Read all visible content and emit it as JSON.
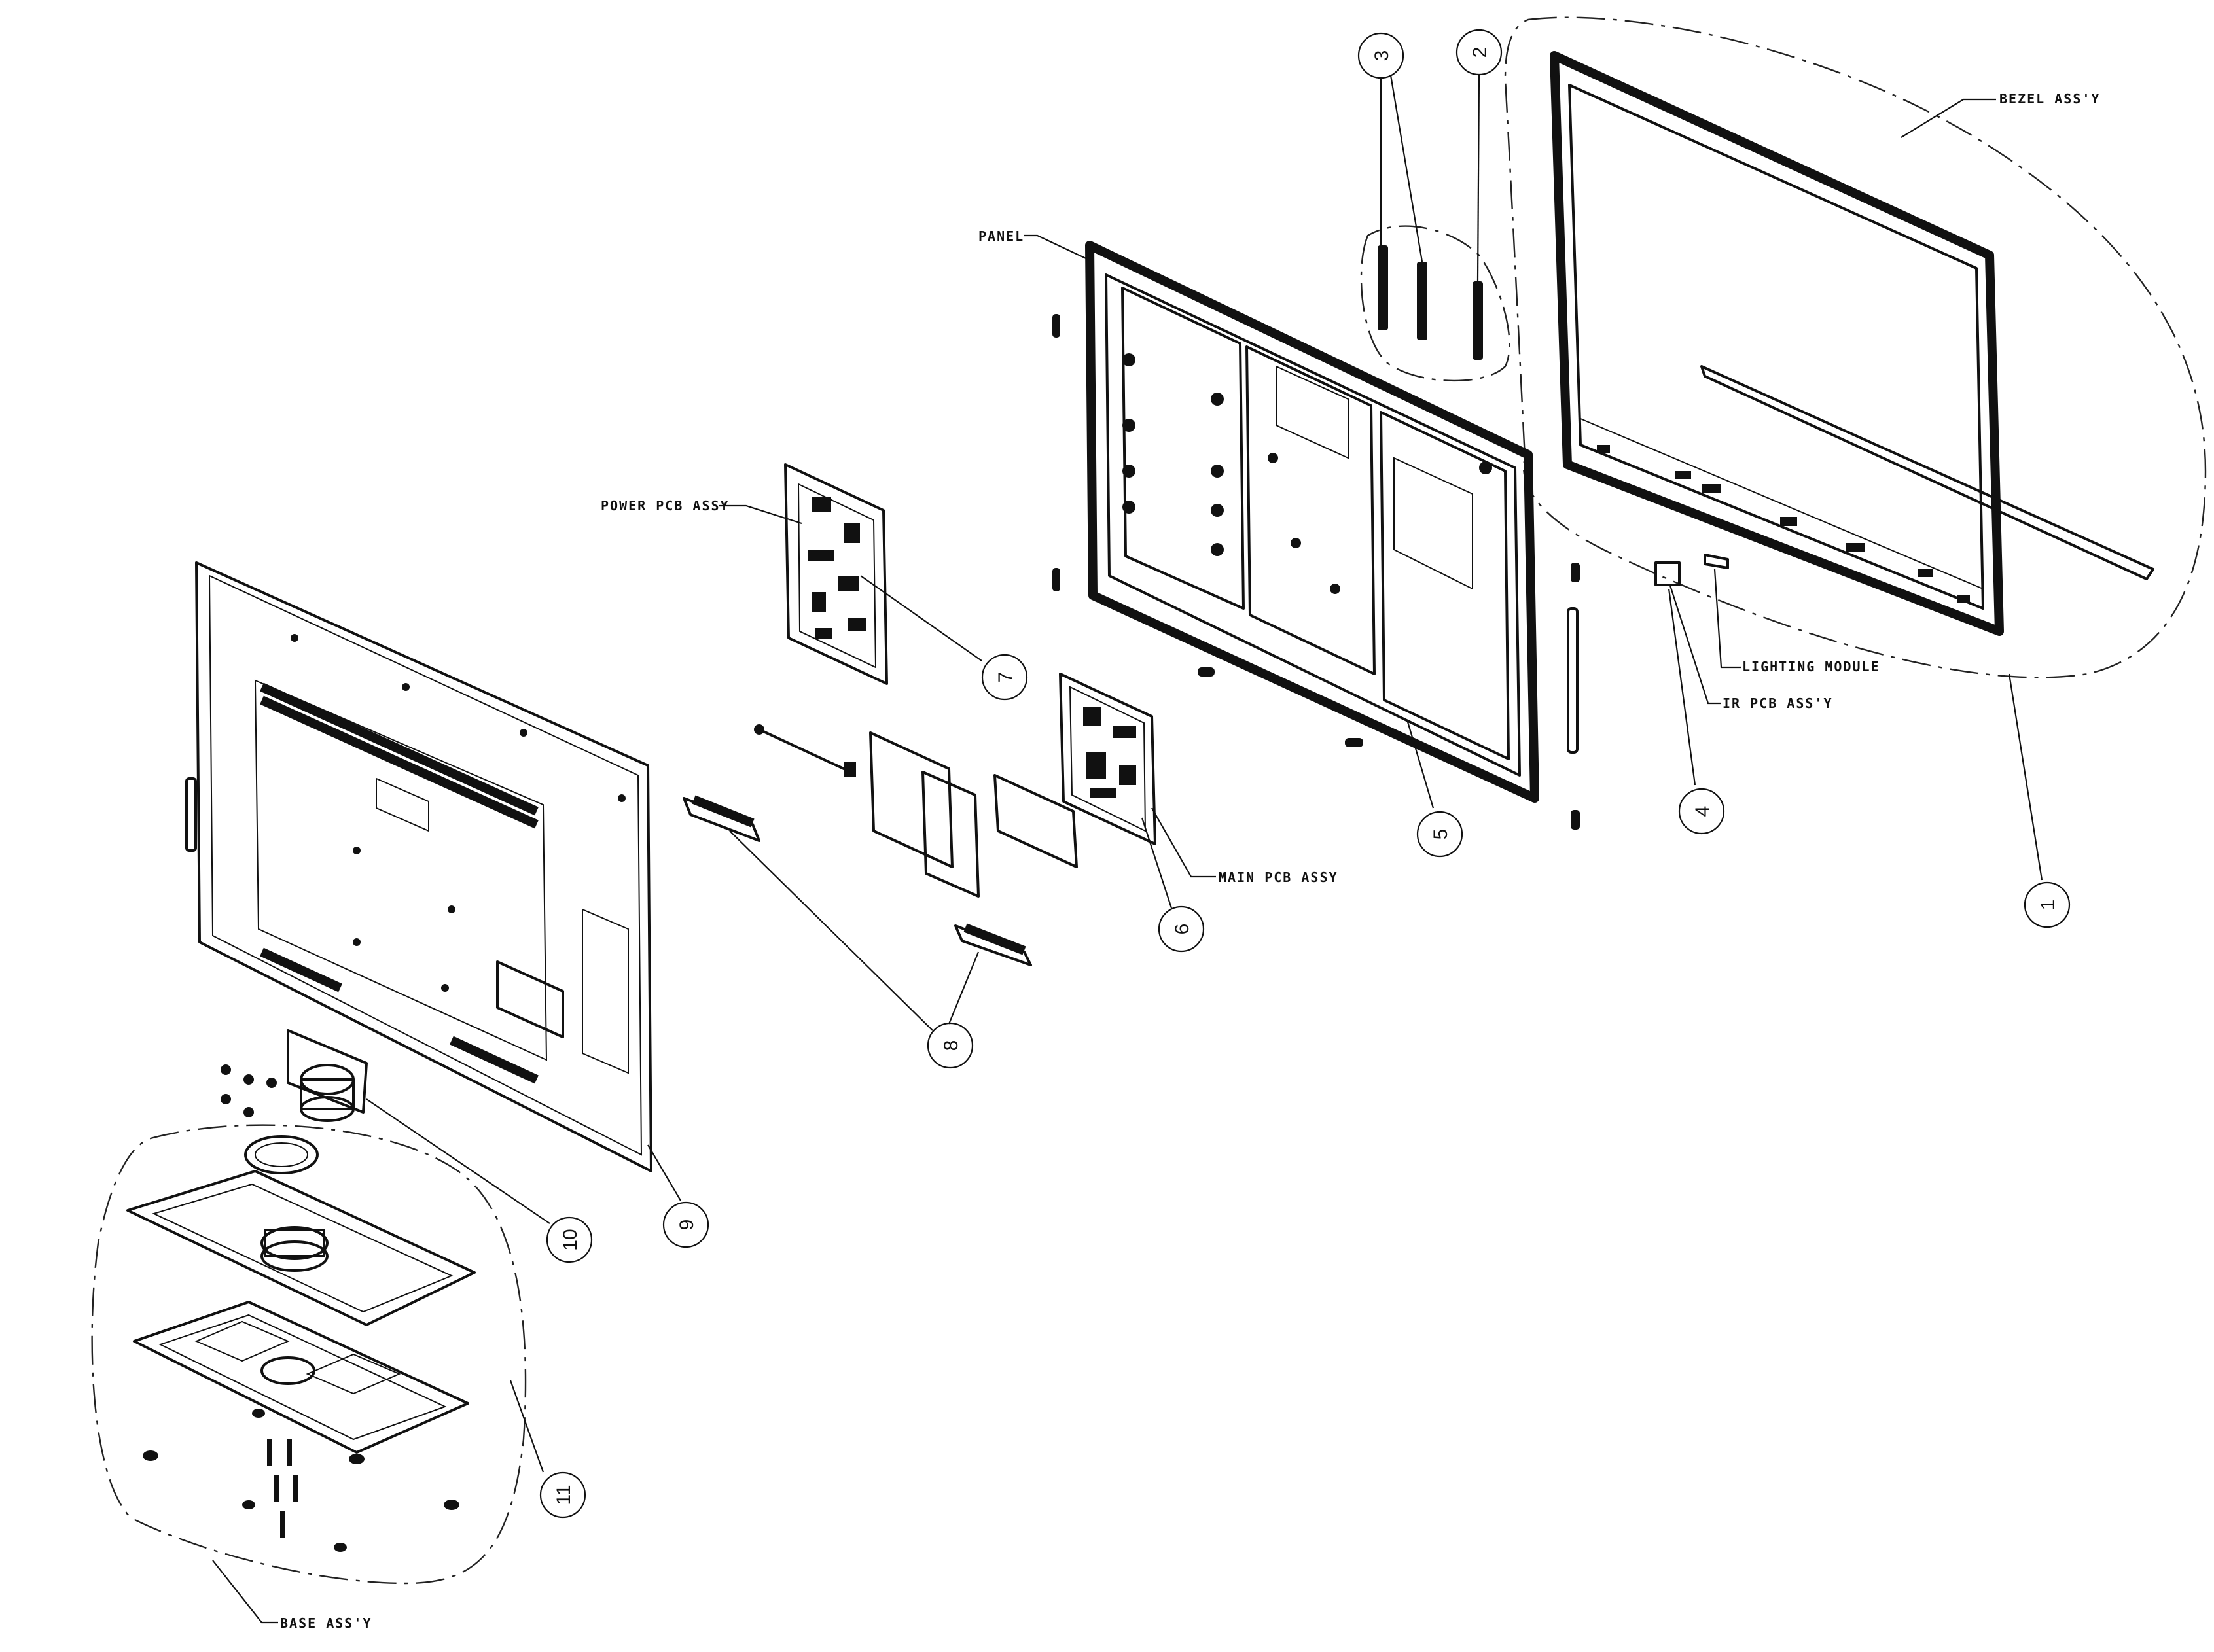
{
  "labels": {
    "bezel": "BEZEL ASS'Y",
    "panel": "PANEL",
    "power_pcb": "POWER PCB ASSY",
    "lighting_module": "LIGHTING MODULE",
    "ir_pcb": "IR PCB ASS'Y",
    "main_pcb": "MAIN PCB ASSY",
    "base": "BASE ASS'Y"
  },
  "callouts": {
    "c1": "1",
    "c2": "2",
    "c3": "3",
    "c4": "4",
    "c5": "5",
    "c6": "6",
    "c7": "7",
    "c8": "8",
    "c9": "9",
    "c10": "10",
    "c11": "11"
  },
  "colors": {
    "ink": "#111111",
    "paper": "#ffffff"
  }
}
